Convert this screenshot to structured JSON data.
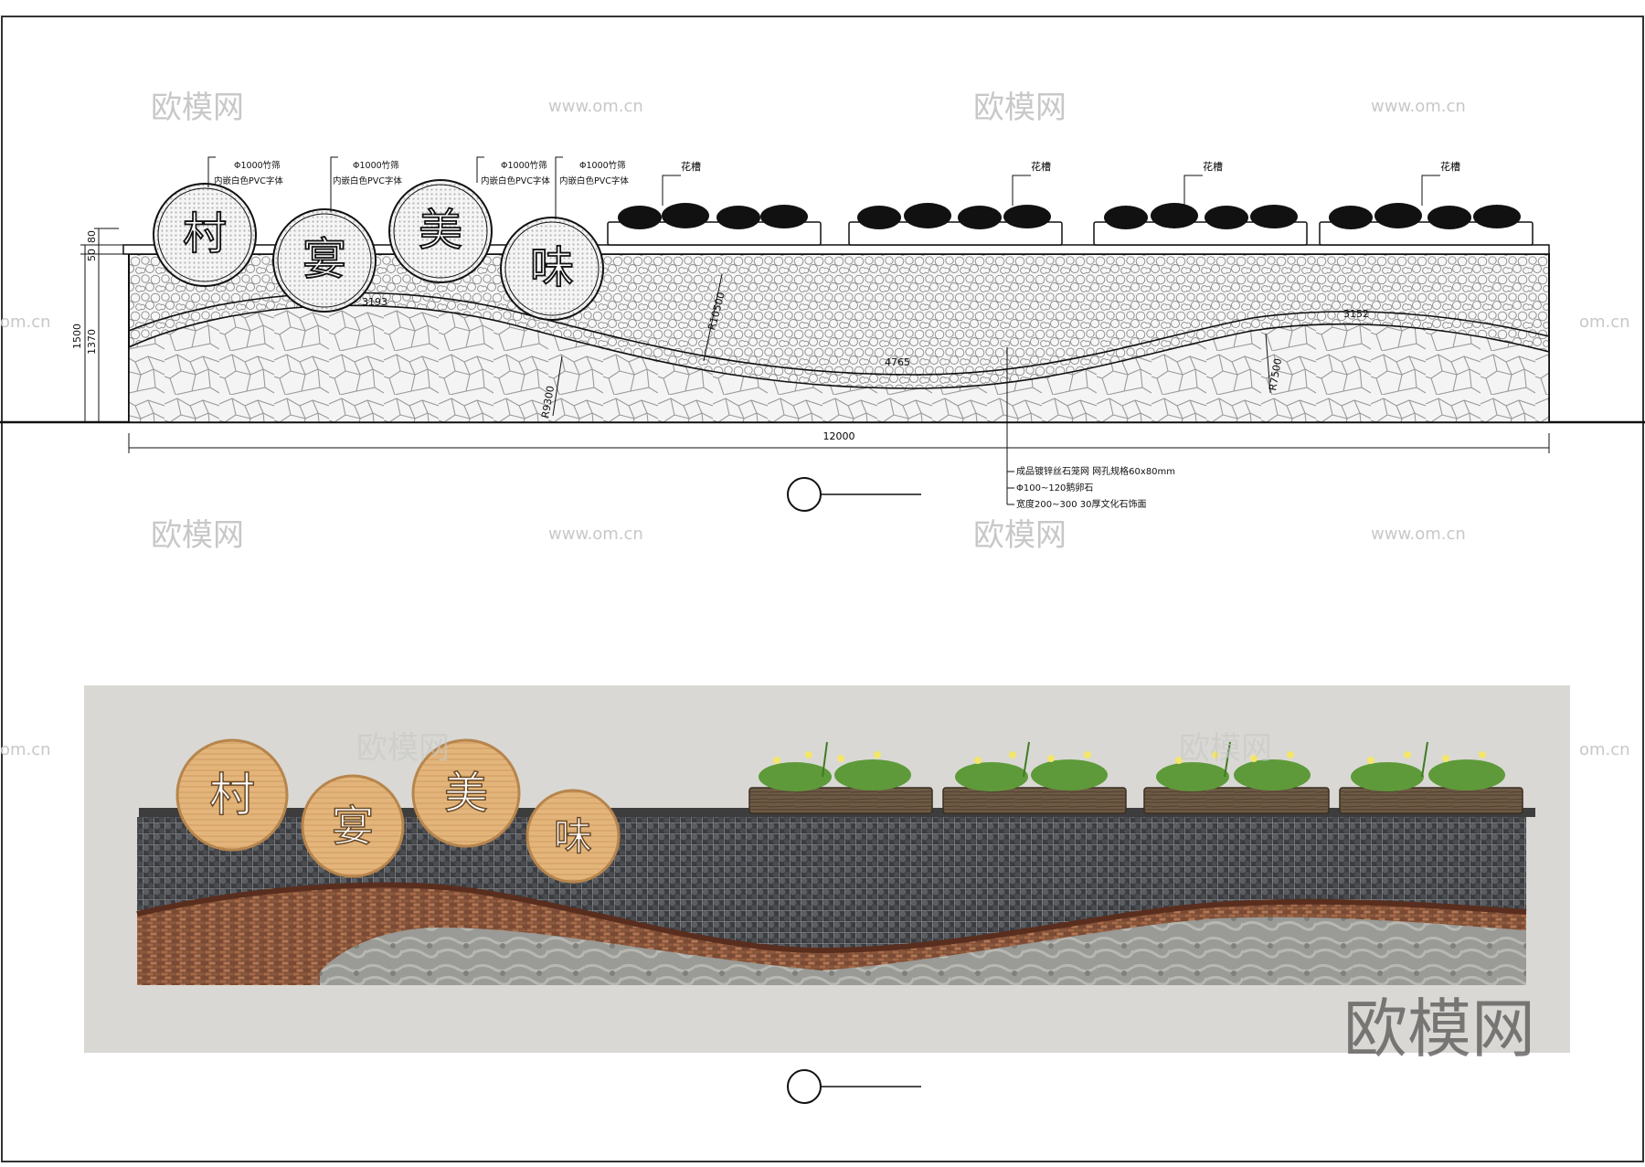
{
  "watermark": {
    "brand": "欧模网",
    "site": "www.om.cn",
    "edge": "om.cn"
  },
  "sign_chars": [
    "村",
    "宴",
    "美",
    "味"
  ],
  "elevation": {
    "circle_callouts": [
      {
        "line1": "Φ1000竹筛",
        "line2": "内嵌白色PVC字体"
      },
      {
        "line1": "Φ1000竹筛",
        "line2": "内嵌白色PVC字体"
      },
      {
        "line1": "Φ1000竹筛",
        "line2": "内嵌白色PVC字体"
      },
      {
        "line1": "Φ1000竹筛",
        "line2": "内嵌白色PVC字体"
      }
    ],
    "planter_label": "花槽",
    "dims": {
      "total_width": "12000",
      "height_total": "1500",
      "height_wall": "1370",
      "top_a": "80",
      "top_b": "50",
      "arc_1": "3193",
      "arc_2": "R10500",
      "arc_3": "4765",
      "arc_4": "3152",
      "radius_a": "R9300",
      "radius_b": "R7500"
    },
    "material_notes": [
      "成品镀锌丝石笼网 网孔规格60x80mm",
      "Φ100~120鹅卵石",
      "宽度200~300 30厚文化石饰面"
    ]
  }
}
